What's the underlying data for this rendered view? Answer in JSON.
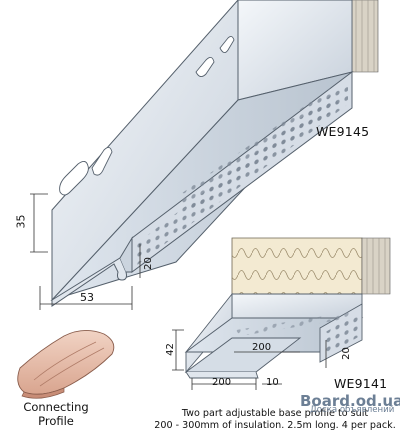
{
  "products": {
    "main_code": "WE9145",
    "small_code": "WE9141"
  },
  "dimensions_main": {
    "height": "35",
    "width": "53",
    "lip": "20"
  },
  "dimensions_small": {
    "height": "42",
    "inner": "200",
    "lower": "200",
    "offset": "10",
    "lip": "20"
  },
  "connecting_profile": {
    "line1": "Connecting",
    "line2": "Profile"
  },
  "caption": {
    "line1": "Two part adjustable base profile to suit",
    "line2": "200 - 300mm of insulation. 2.5m long. 4 per pack."
  },
  "watermark": {
    "site": "Board.od.ua",
    "tagline": "Доска объявлений"
  },
  "colors": {
    "metal_light": "#e9eef3",
    "metal_mid": "#c9d3de",
    "metal_dark": "#8e9aa8",
    "insulation": "#f3ead2",
    "profile_pink": "#e9c2b0",
    "watermark": "#6c7f95"
  }
}
